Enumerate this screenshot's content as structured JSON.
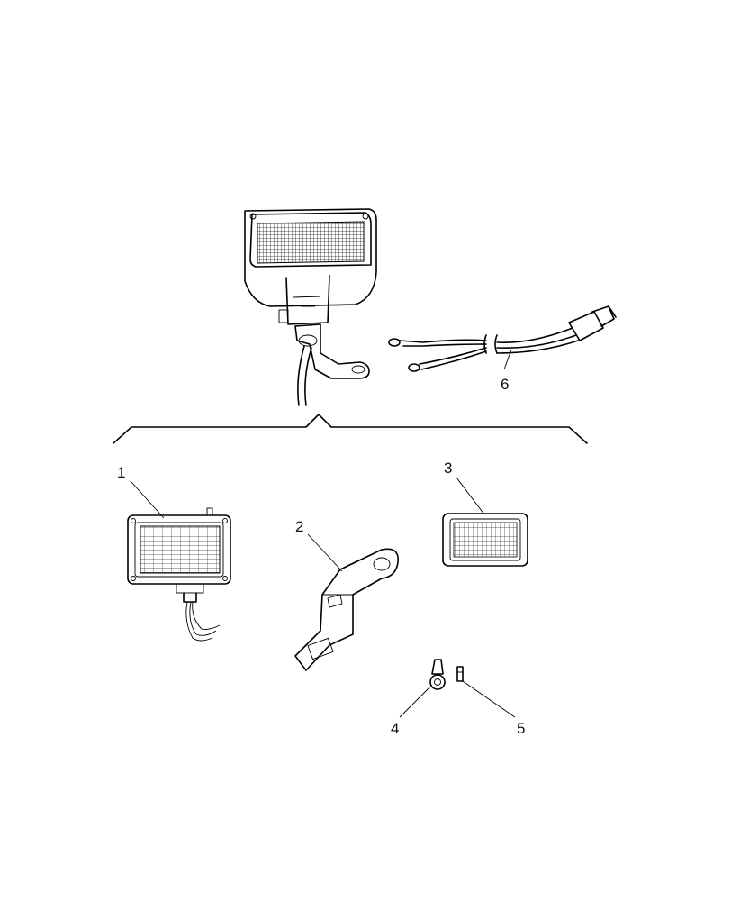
{
  "diagram": {
    "callouts": [
      {
        "id": "1",
        "label": "1"
      },
      {
        "id": "2",
        "label": "2"
      },
      {
        "id": "3",
        "label": "3"
      },
      {
        "id": "4",
        "label": "4"
      },
      {
        "id": "5",
        "label": "5"
      },
      {
        "id": "6",
        "label": "6"
      }
    ],
    "colors": {
      "line": "#000000",
      "background": "#ffffff"
    },
    "parts": [
      {
        "callout": "1",
        "icon": "work-lamp-assembly-icon"
      },
      {
        "callout": "2",
        "icon": "mounting-bracket-icon"
      },
      {
        "callout": "3",
        "icon": "lamp-lens-icon"
      },
      {
        "callout": "4",
        "icon": "ring-terminal-icon"
      },
      {
        "callout": "5",
        "icon": "butt-connector-icon"
      },
      {
        "callout": "6",
        "icon": "wiring-harness-icon"
      }
    ]
  }
}
